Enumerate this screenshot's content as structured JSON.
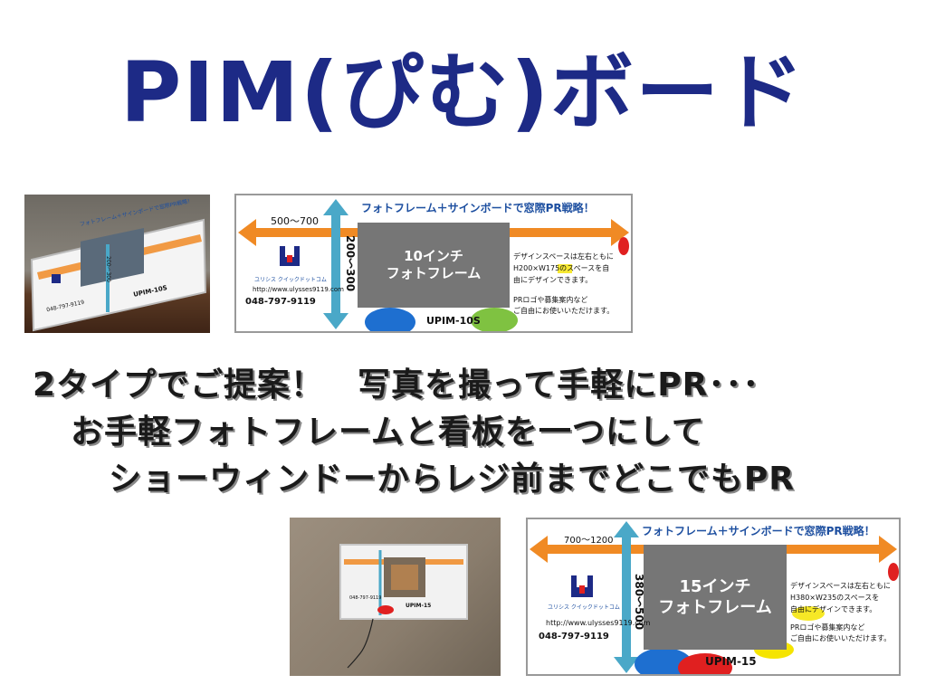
{
  "title": "PIM(ぴむ)ボード",
  "headline": {
    "line1": "2タイプでご提案！　写真を撮って手軽にPR･･･",
    "line2": "お手軽フォトフレームと看板を一つにして",
    "line3": "ショーウィンドーからレジ前までどこでもPR"
  },
  "board_common": {
    "banner": "フォトフレーム＋サインボードで窓際PR戦略！",
    "brand_small": "ユリシス クイックドットコム",
    "url": "http://www.ulysses9119.com",
    "phone": "048-797-9119",
    "note": "PRロゴや募集案内など",
    "note2": "ご自由にお使いいただけます。"
  },
  "board10": {
    "width_label": "500〜700",
    "height_label": "200〜300",
    "frame_line1": "10インチ",
    "frame_line2": "フォトフレーム",
    "desc1": "デザインスペースは左右ともに",
    "desc2": "H200×W175のスペースを自",
    "desc3": "由にデザインできます。",
    "model": "UPIM-10S"
  },
  "board15": {
    "width_label": "700〜1200",
    "height_label": "380〜500",
    "frame_line1": "15インチ",
    "frame_line2": "フォトフレーム",
    "desc1": "デザインスペースは左右ともに",
    "desc2": "H380×W235のスペースを",
    "desc3": "自由にデザインできます。",
    "model": "UPIM-15"
  },
  "photo_top": {
    "banner": "フォトフレーム＋サインボードで窓際PR戦略！",
    "height_label": "200〜300",
    "model": "UPIM-10S",
    "phone": "048-797-9119"
  },
  "photo_bottom": {
    "model": "UPIM-15",
    "phone": "048-797-9119"
  },
  "colors": {
    "title": "#1d2a86",
    "arrow_orange": "#f08a24",
    "arrow_blue": "#4aa8c8",
    "frame_gray": "#767676",
    "banner_blue": "#1d4fa0",
    "accent_red": "#e02020",
    "accent_yellow": "#f5e400",
    "accent_blue": "#1e6fd0",
    "accent_green": "#7fc241"
  }
}
